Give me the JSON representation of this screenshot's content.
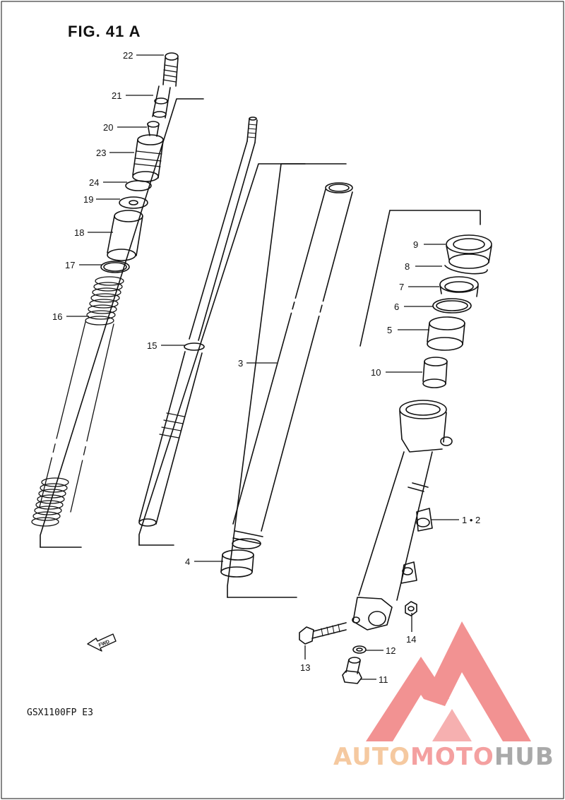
{
  "figure": {
    "title": "FIG. 41 A",
    "model": "GSX1100FP  E3"
  },
  "callouts": {
    "c22": "22",
    "c21": "21",
    "c20": "20",
    "c23": "23",
    "c24": "24",
    "c19": "19",
    "c18": "18",
    "c17": "17",
    "c16": "16",
    "c15": "15",
    "c3": "3",
    "c4": "4",
    "c9": "9",
    "c8": "8",
    "c7": "7",
    "c6": "6",
    "c5": "5",
    "c10": "10",
    "c12": "1 • 2",
    "c14": "14",
    "c12b": "12",
    "c13": "13",
    "c11": "11"
  },
  "fwd_label": "FWD",
  "watermark": {
    "part1": "AUTO",
    "part2": "MOTO",
    "part3": "HUB"
  },
  "colors": {
    "line": "#111111",
    "wm_red": "#f08080",
    "wm_orange": "#f5c9a0",
    "wm_gray": "#a9a9a9"
  }
}
